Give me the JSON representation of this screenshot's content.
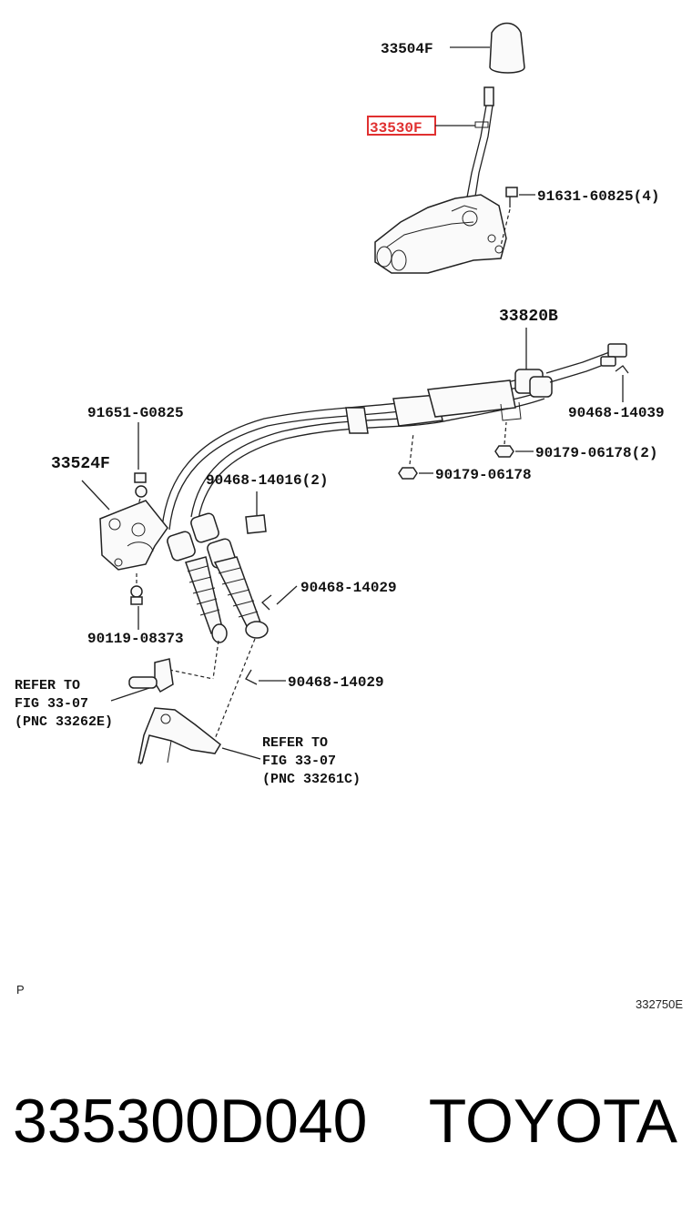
{
  "labels": {
    "knob": "33504F",
    "lever": "33530F",
    "bolt_top": "91631-60825(4)",
    "cable": "33820B",
    "clip_right": "90468-14039",
    "nut_right": "90179-06178(2)",
    "nut_mid": "90179-06178",
    "bolt_left": "91651-G0825",
    "bracket": "33524F",
    "clip_mid": "90468-14016(2)",
    "clip_a": "90468-14029",
    "clip_b": "90468-14029",
    "bolt_lower": "90119-08373"
  },
  "refer_left": [
    "REFER TO",
    "FIG 33-07",
    "(PNC 33262E)"
  ],
  "refer_right": [
    "REFER TO",
    "FIG 33-07",
    "(PNC 33261C)"
  ],
  "corner_mark": "P",
  "figure_code": "332750E",
  "footer": {
    "part_number": "335300D040",
    "brand": "TOYOTA"
  },
  "colors": {
    "highlight": "#e03030"
  }
}
